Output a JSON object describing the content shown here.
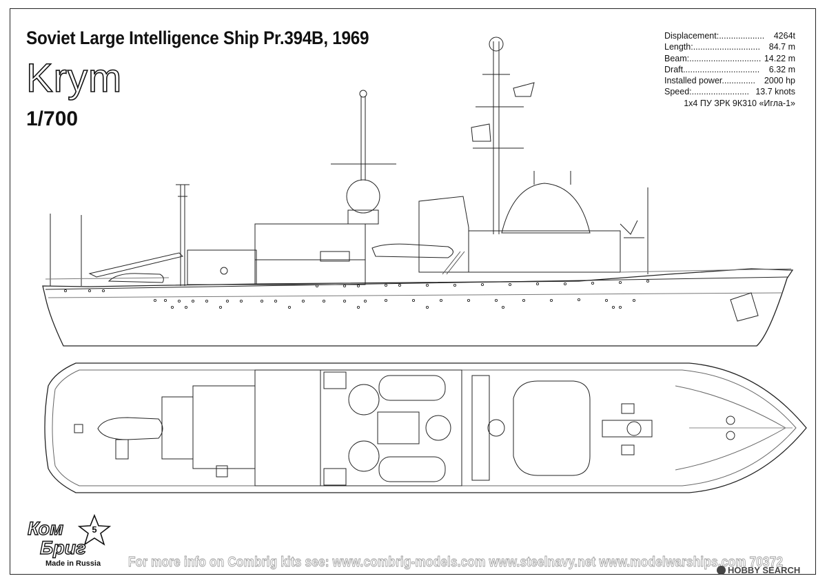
{
  "title": "Soviet Large Intelligence Ship Pr.394B, 1969",
  "ship_name": "Krym",
  "scale": "1/700",
  "specs": [
    {
      "label": "Displacement:...................",
      "value": "4264t"
    },
    {
      "label": "Length:............................",
      "value": "84.7 m"
    },
    {
      "label": "Beam:..............................",
      "value": "14.22 m"
    },
    {
      "label": "Draft................................",
      "value": "6.32 m"
    },
    {
      "label": "Installed power..............",
      "value": "2000 hp"
    },
    {
      "label": "Speed:........................",
      "value": "13.7 knots"
    }
  ],
  "weapon": "1x4 ПУ ЗРК 9К310 «Игла-1»",
  "logo": {
    "line1": "Ком",
    "line2": "Бриг",
    "made_in": "Made in Russia",
    "badge_number": "5"
  },
  "footer": "For more info on Combrig kits see: www.combrig-models.com www.steelnavy.net  www.modelwarships.com  70372",
  "watermark": "HOBBY SEARCH",
  "colors": {
    "line": "#222222",
    "background": "#ffffff",
    "footer_outline": "#9a9a9a"
  }
}
